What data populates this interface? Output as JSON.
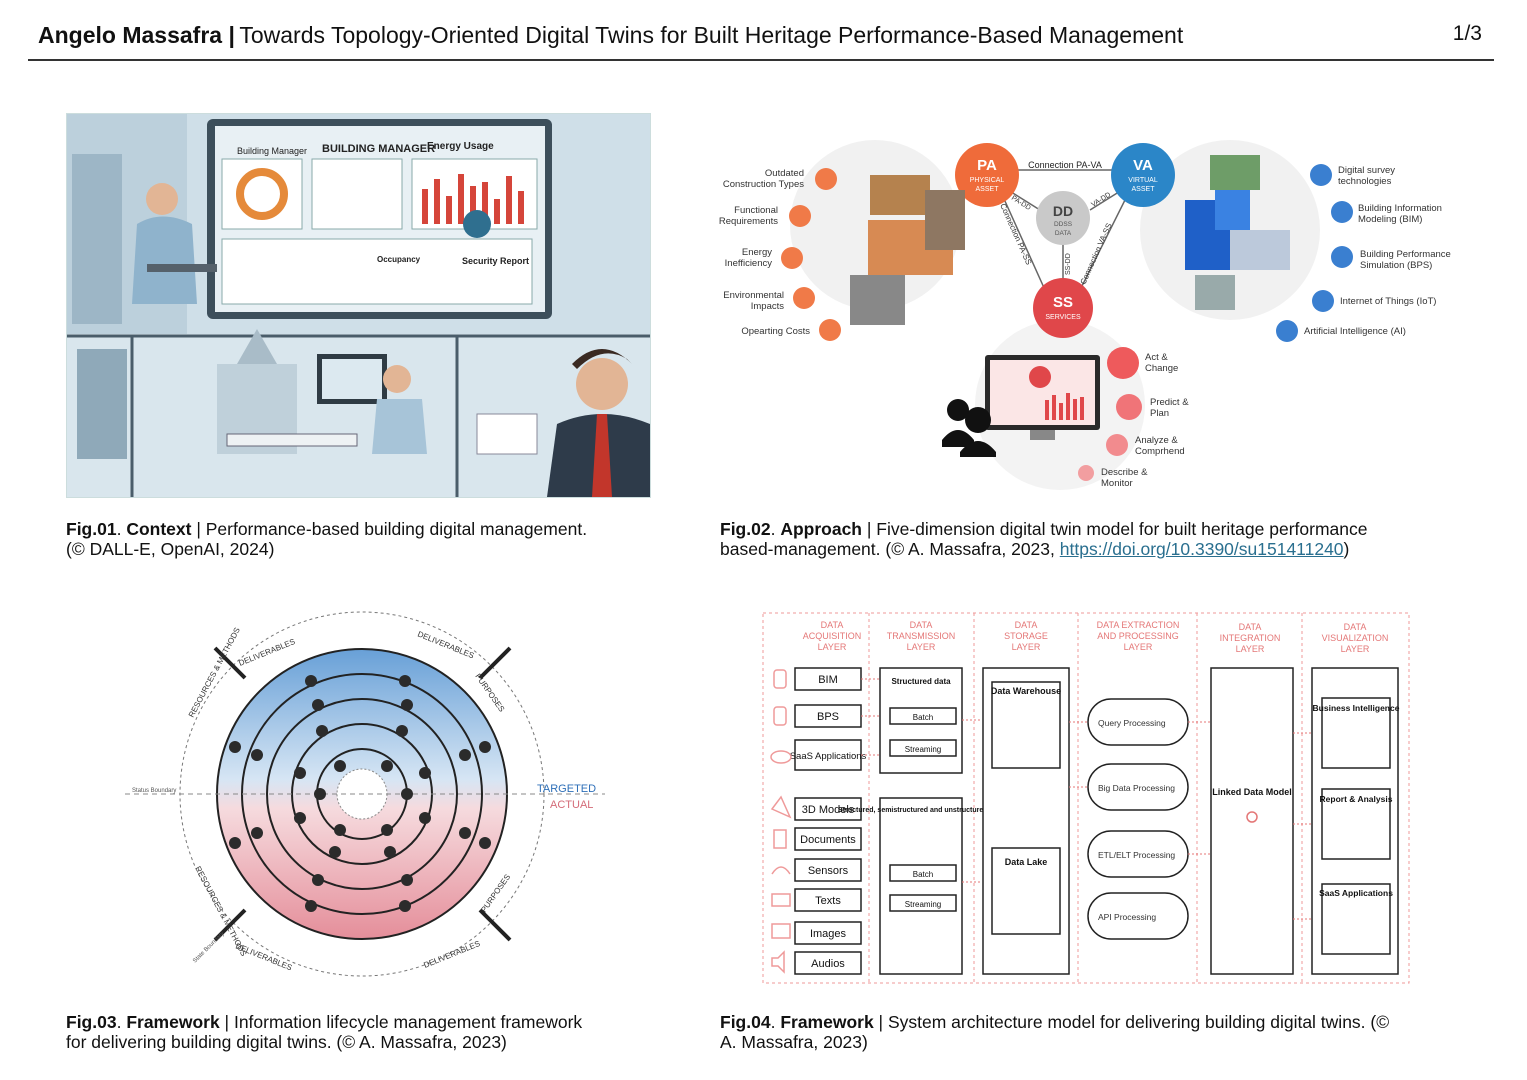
{
  "header": {
    "author": "Angelo Massafra |",
    "title": "Towards Topology-Oriented Digital Twins for Built Heritage Performance-Based Management",
    "page": "1/3"
  },
  "fig1": {
    "screen_labels": [
      "Building Manager",
      "BUILDING MANAGER",
      "Energy Usage",
      "Occupancy",
      "Security Report"
    ],
    "caption": {
      "num": "Fig.01",
      "name": "Context",
      "text": " | Performance-based building digital management.",
      "credit": "(© DALL-E, OpenAI, 2024)"
    }
  },
  "fig2": {
    "nodes": {
      "pa": {
        "abbr": "PA",
        "l1": "PHYSICAL",
        "l2": "ASSET"
      },
      "va": {
        "abbr": "VA",
        "l1": "VIRTUAL",
        "l2": "ASSET"
      },
      "dd": {
        "abbr": "DD",
        "l1": "DDSS",
        "l2": "DATA"
      },
      "ss": {
        "abbr": "SS",
        "l1": "SERVICES"
      }
    },
    "connections": {
      "pa_va": "Connection PA-VA",
      "pa_dd": "PA-DD",
      "va_dd": "VA-DD",
      "pa_ss": "Connection PA-SS",
      "va_ss": "Connection VA-SS",
      "ss_dd": "SS-DD"
    },
    "left_items": [
      {
        "l1": "Outdated",
        "l2": "Construction Types"
      },
      {
        "l1": "Functional",
        "l2": "Requirements"
      },
      {
        "l1": "Energy",
        "l2": "Inefficiency"
      },
      {
        "l1": "Environmental",
        "l2": "Impacts"
      },
      {
        "l1": "Opearting Costs",
        "l2": ""
      }
    ],
    "right_items": [
      {
        "l1": "Digital survey",
        "l2": "technologies"
      },
      {
        "l1": "Building Information",
        "l2": "Modeling (BIM)"
      },
      {
        "l1": "Building Performance",
        "l2": "Simulation (BPS)"
      },
      {
        "l1": "Internet of Things (IoT)",
        "l2": ""
      },
      {
        "l1": "Artificial Intelligence (AI)",
        "l2": ""
      }
    ],
    "steps": [
      {
        "l1": "Act &",
        "l2": "Change"
      },
      {
        "l1": "Predict &",
        "l2": "Plan"
      },
      {
        "l1": "Analyze &",
        "l2": "Comprhend"
      },
      {
        "l1": "Describe &",
        "l2": "Monitor"
      }
    ],
    "caption": {
      "num": "Fig.02",
      "name": "Approach",
      "text": " | Five-dimension digital twin model for built heritage performance",
      "text2": "based-management. (© A. Massafra, 2023, ",
      "link": "https://doi.org/10.3390/su151411240",
      "end": ")"
    }
  },
  "fig3": {
    "targeted": "TARGETED",
    "actual": "ACTUAL",
    "status_boundary": "Status Boundary",
    "state_boundary": "State Boundary",
    "ring_labels": [
      "DELIVERABLES",
      "DELIVERABLES",
      "PURPOSES",
      "RESOURCES & METHODS",
      "DELIVERABLES",
      "DELIVERABLES",
      "PURPOSES",
      "RESOURCES & METHODS"
    ],
    "caption": {
      "num": "Fig.03",
      "name": "Framework",
      "text": " | Information lifecycle management framework",
      "text2": "for delivering building digital twins. (© A. Massafra, 2023)"
    }
  },
  "fig4": {
    "layers": [
      {
        "l1": "DATA",
        "l2": "ACQUISITION",
        "l3": "LAYER"
      },
      {
        "l1": "DATA",
        "l2": "TRANSMISSION",
        "l3": "LAYER"
      },
      {
        "l1": "DATA",
        "l2": "STORAGE",
        "l3": "LAYER"
      },
      {
        "l1": "DATA EXTRACTION",
        "l2": "AND PROCESSING",
        "l3": "LAYER"
      },
      {
        "l1": "DATA",
        "l2": "INTEGRATION",
        "l3": "LAYER"
      },
      {
        "l1": "DATA",
        "l2": "VISUALIZATION",
        "l3": "LAYER"
      }
    ],
    "sources": [
      "BIM",
      "BPS",
      "SaaS Applications",
      "3D Models",
      "Documents",
      "Sensors",
      "Texts",
      "Images",
      "Audios"
    ],
    "transmission": {
      "structured": "Structured data",
      "batch": "Batch",
      "streaming": "Streaming",
      "mixed": "Structured, semistructured and unstructured data"
    },
    "storage": {
      "warehouse": "Data Warehouse",
      "lake": "Data Lake"
    },
    "processing": [
      "Query Processing",
      "Big Data Processing",
      "ETL/ELT Processing",
      "API Processing"
    ],
    "integration": "Linked Data Model",
    "visualization": [
      "Business Intelligence",
      "Report & Analysis",
      "SaaS Applications"
    ],
    "caption": {
      "num": "Fig.04",
      "name": "Framework",
      "text": " | System architecture model for delivering building digital twins. (©",
      "text2": "A. Massafra, 2023)"
    }
  }
}
